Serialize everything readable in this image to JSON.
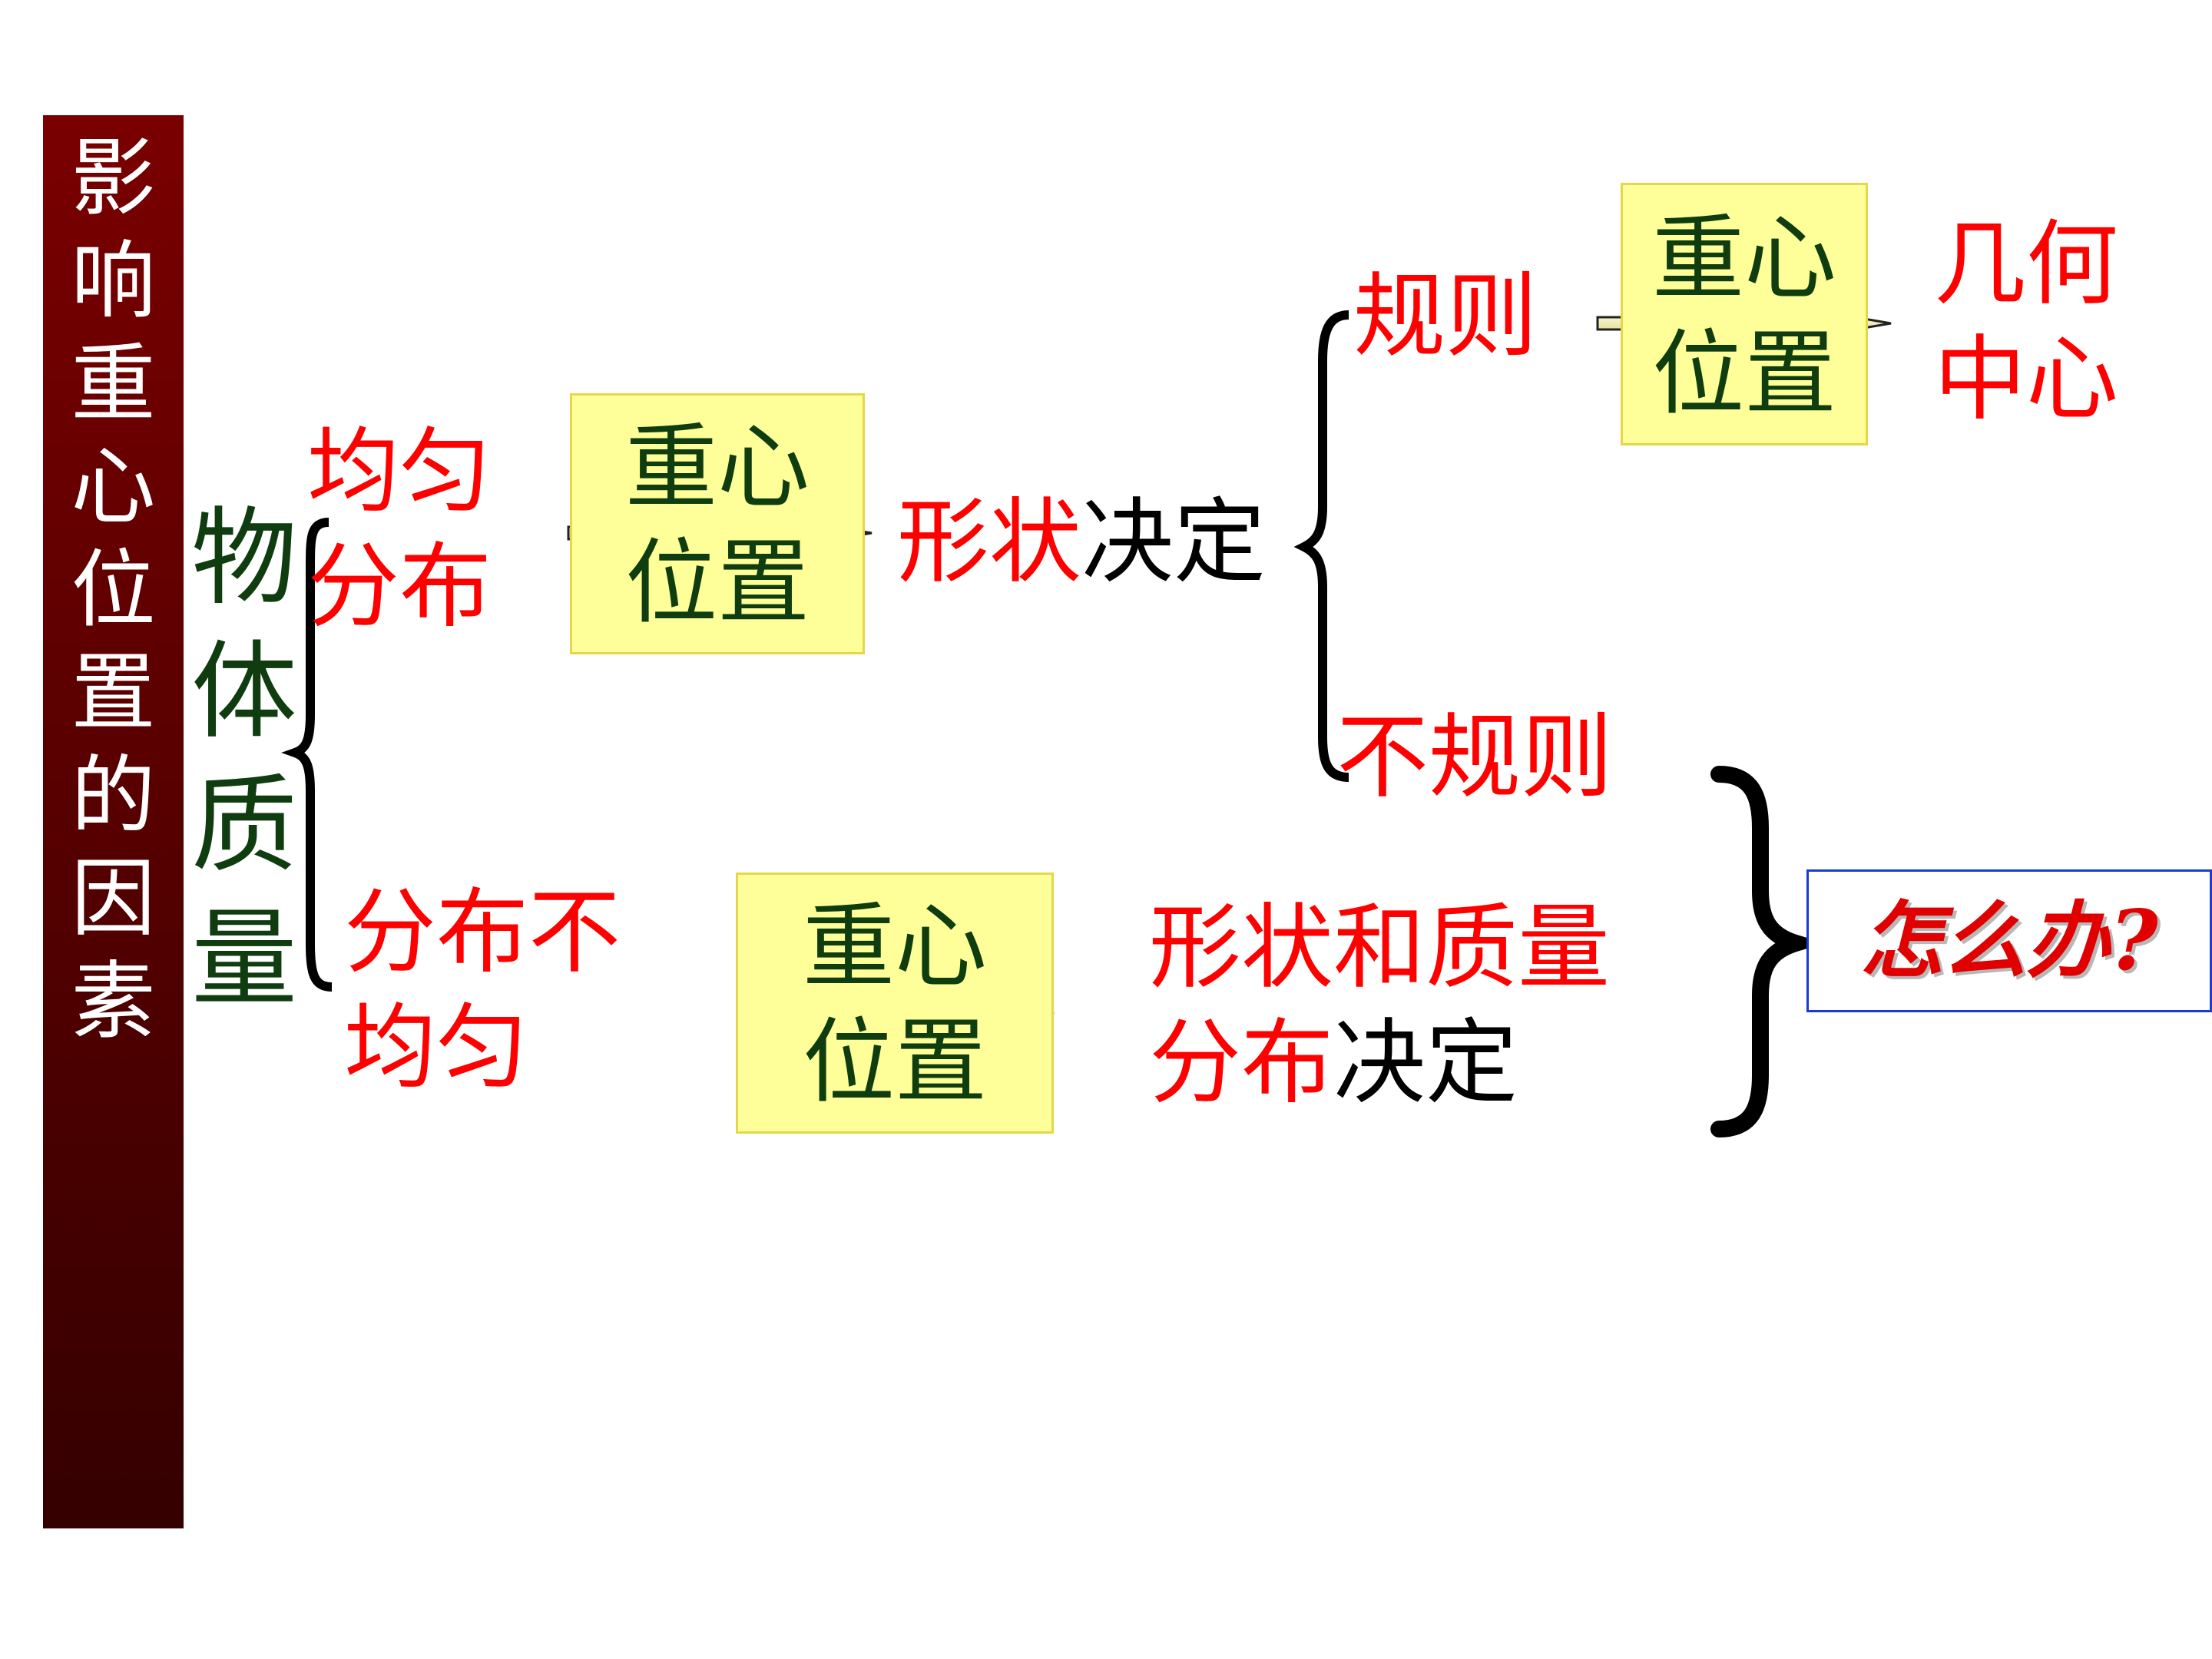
{
  "sidebar": {
    "title_chars": [
      "影",
      "响",
      "重",
      "心",
      "位",
      "置",
      "的",
      "因",
      "素"
    ]
  },
  "subject": {
    "chars": [
      "物",
      "体",
      "质",
      "量"
    ]
  },
  "branch_uniform": {
    "line1": "均匀",
    "line2": "分布"
  },
  "branch_nonuniform": {
    "line1": "分布不",
    "line2": "均匀"
  },
  "center_box": {
    "line1": "重心",
    "line2": "位置"
  },
  "shape_decides": {
    "red": "形状",
    "black": "决定"
  },
  "regular": {
    "label": "规则",
    "result_line1": "几何",
    "result_line2": "中心"
  },
  "irregular": {
    "label": "不规则"
  },
  "shape_mass": {
    "line1": "形状和质量",
    "line2_red": "分布",
    "line2_black": "决定"
  },
  "question": {
    "text": "怎么办?"
  },
  "colors": {
    "sidebar_bg": "#6b0000",
    "red_text": "#ff0000",
    "green_text": "#0f3d0f",
    "box_fill": "#ffff99",
    "question_border": "#1a3ad6"
  }
}
